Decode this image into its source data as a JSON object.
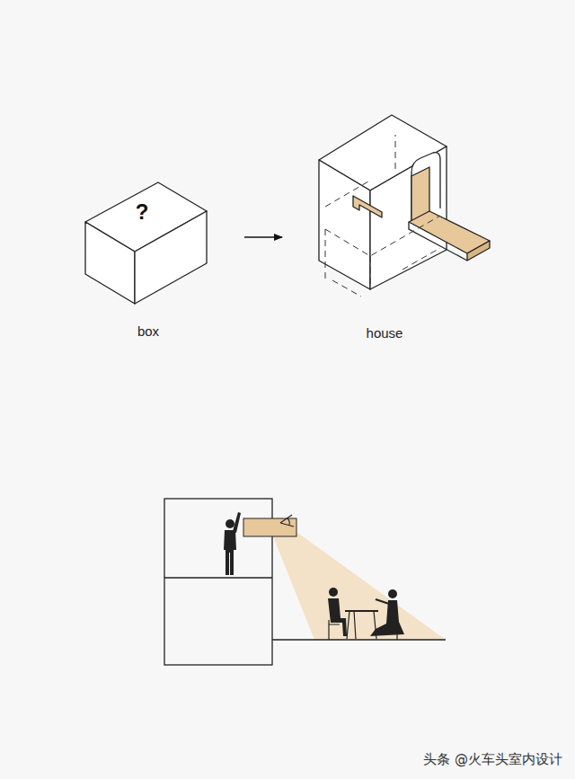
{
  "diagram": {
    "nodes": [
      {
        "text": [
          "?",
          "box"
        ]
      },
      {
        "text": [
          "house"
        ]
      }
    ],
    "edges": [
      {
        "from": 0,
        "to": 1,
        "arrow": "to"
      }
    ],
    "labels": [
      "头条 @火车头室内设计"
    ]
  }
}
